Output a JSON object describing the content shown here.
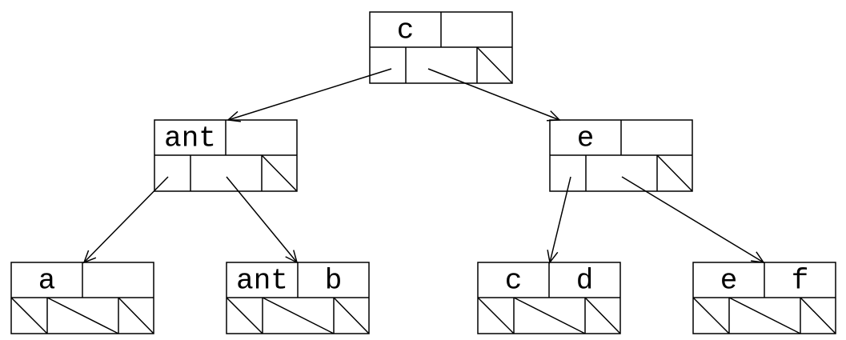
{
  "nodes": [
    {
      "id": "root",
      "keys": [
        "c",
        ""
      ],
      "slash_last": true
    },
    {
      "id": "n-ant",
      "keys": [
        "ant",
        ""
      ],
      "slash_last": true
    },
    {
      "id": "n-e",
      "keys": [
        "e",
        ""
      ],
      "slash_last": true
    },
    {
      "id": "leaf-a",
      "keys": [
        "a",
        ""
      ],
      "slash_all": true
    },
    {
      "id": "leaf-ant-b",
      "keys": [
        "ant",
        "b"
      ],
      "slash_all": true
    },
    {
      "id": "leaf-c-d",
      "keys": [
        "c",
        "d"
      ],
      "slash_all": true
    },
    {
      "id": "leaf-e-f",
      "keys": [
        "e",
        "f"
      ],
      "slash_all": true
    }
  ],
  "edges": [
    {
      "from": "root",
      "slot": 0,
      "to": "n-ant"
    },
    {
      "from": "root",
      "slot": 1,
      "to": "n-e"
    },
    {
      "from": "n-ant",
      "slot": 0,
      "to": "leaf-a"
    },
    {
      "from": "n-ant",
      "slot": 1,
      "to": "leaf-ant-b"
    },
    {
      "from": "n-e",
      "slot": 0,
      "to": "leaf-c-d"
    },
    {
      "from": "n-e",
      "slot": 1,
      "to": "leaf-e-f"
    }
  ]
}
